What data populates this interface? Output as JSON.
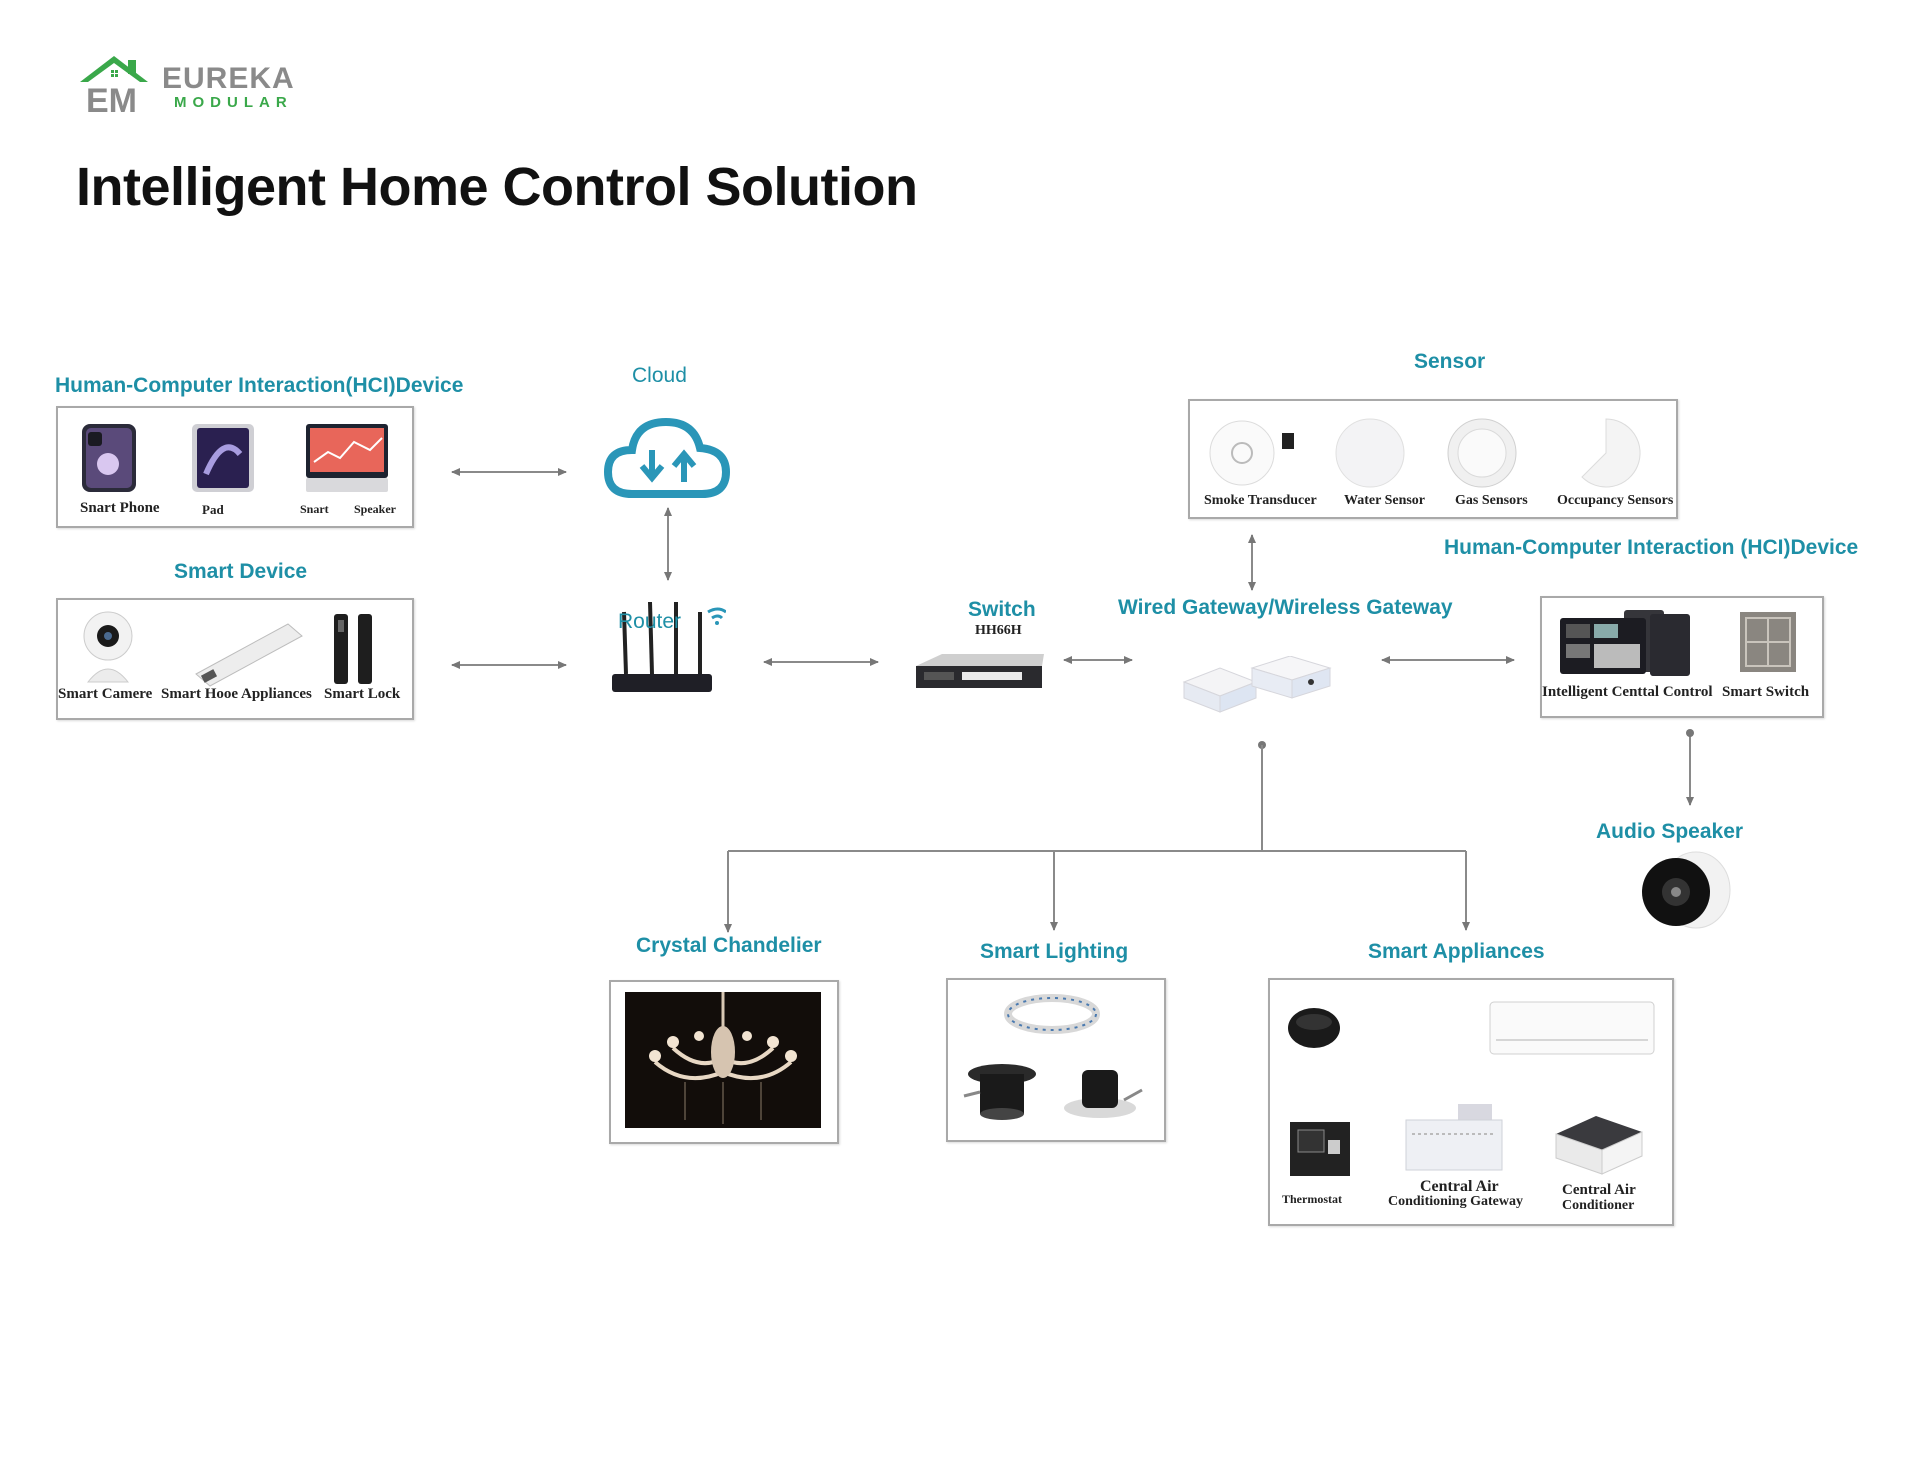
{
  "brand": {
    "name": "EUREKA",
    "sub": "MODULAR",
    "colors": {
      "green": "#3aa84a",
      "gray": "#8a8a8a"
    }
  },
  "title": "Intelligent Home Control Solution",
  "accent": "#1e8fa6",
  "nodes": {
    "hci_left": {
      "title": "Human-Computer Interaction(HCI)Device",
      "items": [
        "Snart Phone",
        "Pad",
        "Snart",
        "Speaker"
      ]
    },
    "smart_device": {
      "title": "Smart Device",
      "items": [
        "Smart Camere",
        "Smart Hooe Appliances",
        "Smart Lock"
      ]
    },
    "cloud": {
      "title": "Cloud"
    },
    "router": {
      "title": "Router"
    },
    "switch": {
      "title": "Switch",
      "model": "HH66H"
    },
    "gateway": {
      "title": "Wired Gateway/Wireless Gateway"
    },
    "sensor": {
      "title": "Sensor",
      "items": [
        "Smoke Transducer",
        "Water Sensor",
        "Gas Sensors",
        "Occupancy Sensors"
      ]
    },
    "hci_right": {
      "title": "Human-Computer Interaction (HCI)Device",
      "items": [
        "Intelligent Centtal Control",
        "Smart Switch"
      ]
    },
    "audio": {
      "title": "Audio Speaker"
    },
    "chandelier": {
      "title": "Crystal Chandelier"
    },
    "lighting": {
      "title": "Smart Lighting"
    },
    "appliances": {
      "title": "Smart Appliances",
      "items": [
        "Thermostat",
        "Central Air",
        "Conditioning Gateway",
        "Central Air",
        "Conditioner"
      ]
    }
  }
}
